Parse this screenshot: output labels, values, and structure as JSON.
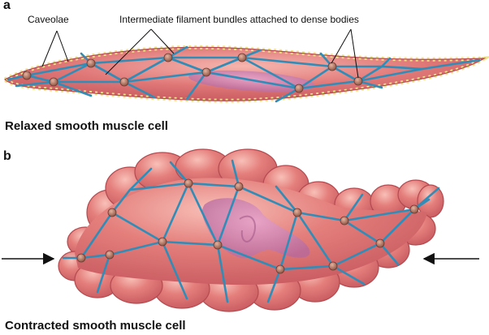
{
  "panel_a": {
    "letter": "a",
    "caveolae_label": "Caveolae",
    "filament_label": "Intermediate filament bundles attached to dense bodies",
    "caption": "Relaxed smooth muscle cell"
  },
  "panel_b": {
    "letter": "b",
    "caption": "Contracted smooth muscle cell"
  },
  "colors": {
    "cell_fill": "#d96a6a",
    "cell_highlight": "#f2a8a2",
    "cell_edge": "#b44a4f",
    "membrane": "#f0e28a",
    "filament": "#2f8db8",
    "dense_body": "#b07360",
    "nucleus": "#c77aa8"
  }
}
